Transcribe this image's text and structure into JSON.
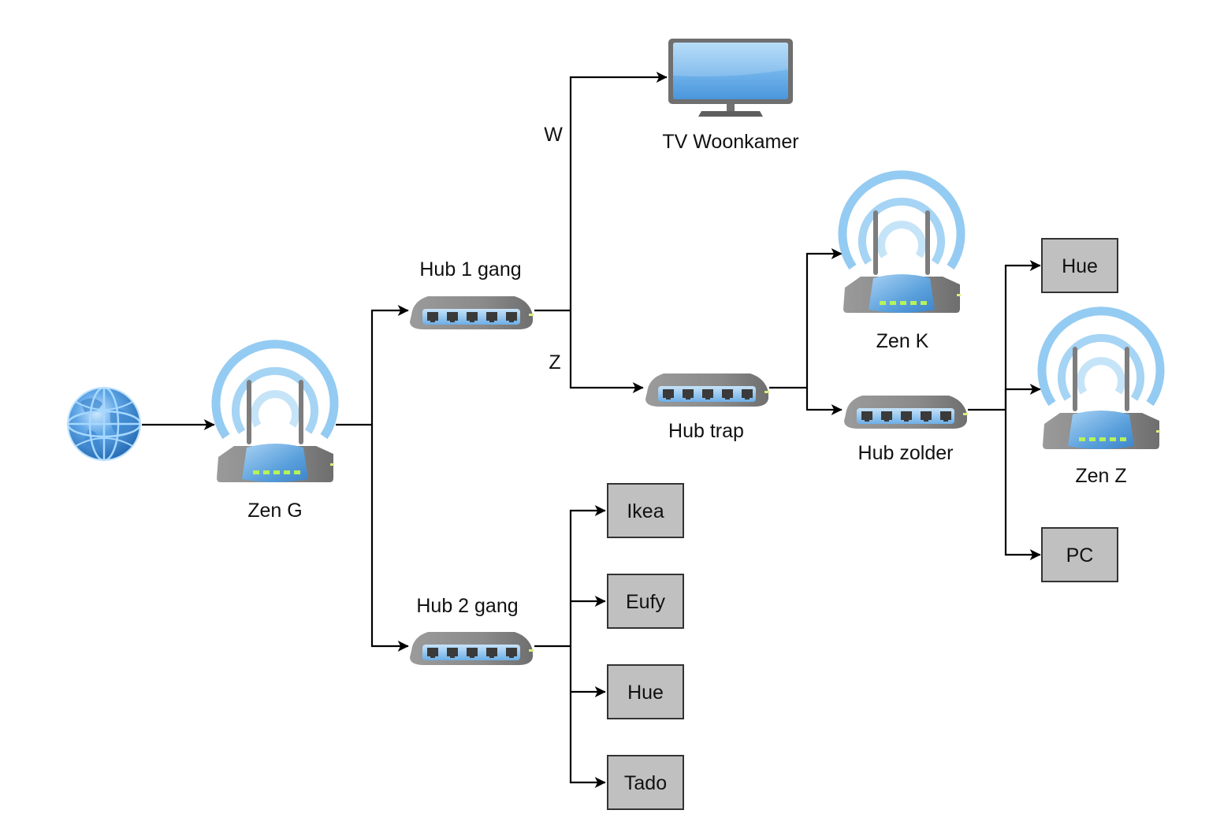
{
  "diagram": {
    "title": "",
    "colors": {
      "line": "#000000",
      "box_fill": "#c0c0c0",
      "box_stroke": "#333333",
      "wifi_arc": "#8ec8f0",
      "device_gray": "#8a8a8a",
      "device_blue": "#5aa0dc",
      "led_green": "#b6f25a"
    },
    "nodes": {
      "internet": {
        "label": "",
        "icon": "globe-icon"
      },
      "zen_g": {
        "label": "Zen G",
        "icon": "wifi-router-icon"
      },
      "hub1": {
        "label": "Hub 1 gang",
        "icon": "network-switch-icon"
      },
      "hub2": {
        "label": "Hub 2 gang",
        "icon": "network-switch-icon"
      },
      "tv": {
        "label": "TV Woonkamer",
        "icon": "monitor-icon"
      },
      "hub_trap": {
        "label": "Hub trap",
        "icon": "network-switch-icon"
      },
      "zen_k": {
        "label": "Zen K",
        "icon": "wifi-router-icon"
      },
      "hub_zolder": {
        "label": "Hub zolder",
        "icon": "network-switch-icon"
      },
      "zen_z": {
        "label": "Zen Z",
        "icon": "wifi-router-icon"
      },
      "ikea": {
        "label": "Ikea",
        "icon": "box"
      },
      "eufy": {
        "label": "Eufy",
        "icon": "box"
      },
      "hue_gang": {
        "label": "Hue",
        "icon": "box"
      },
      "tado": {
        "label": "Tado",
        "icon": "box"
      },
      "hue_zolder": {
        "label": "Hue",
        "icon": "box"
      },
      "pc": {
        "label": "PC",
        "icon": "box"
      }
    },
    "edge_labels": {
      "w": "W",
      "z": "Z"
    },
    "edges": [
      {
        "from": "internet",
        "to": "zen_g"
      },
      {
        "from": "zen_g",
        "to": "hub1"
      },
      {
        "from": "zen_g",
        "to": "hub2"
      },
      {
        "from": "hub1",
        "to": "tv",
        "label": "W"
      },
      {
        "from": "hub1",
        "to": "hub_trap",
        "label": "Z"
      },
      {
        "from": "hub_trap",
        "to": "zen_k"
      },
      {
        "from": "hub_trap",
        "to": "hub_zolder"
      },
      {
        "from": "hub_zolder",
        "to": "hue_zolder"
      },
      {
        "from": "hub_zolder",
        "to": "zen_z"
      },
      {
        "from": "hub_zolder",
        "to": "pc"
      },
      {
        "from": "hub2",
        "to": "ikea"
      },
      {
        "from": "hub2",
        "to": "eufy"
      },
      {
        "from": "hub2",
        "to": "hue_gang"
      },
      {
        "from": "hub2",
        "to": "tado"
      }
    ]
  }
}
